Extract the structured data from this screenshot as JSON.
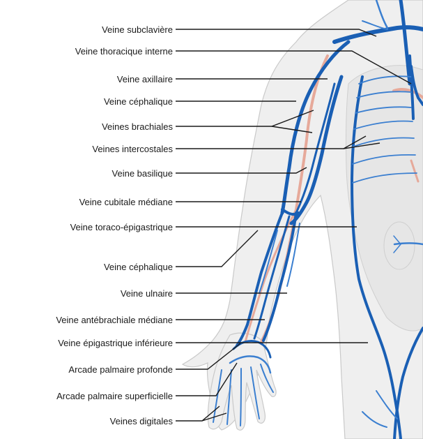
{
  "labels": [
    {
      "key": "subclaviere",
      "text": "Veine subclavière"
    },
    {
      "key": "thoracique_interne",
      "text": "Veine thoracique interne"
    },
    {
      "key": "axillaire",
      "text": "Veine axillaire"
    },
    {
      "key": "cephalique_1",
      "text": "Veine céphalique"
    },
    {
      "key": "brachiales",
      "text": "Veines brachiales"
    },
    {
      "key": "intercostales",
      "text": "Veines intercostales"
    },
    {
      "key": "basilique",
      "text": "Veine basilique"
    },
    {
      "key": "cubitale_mediane",
      "text": "Veine cubitale médiane"
    },
    {
      "key": "toraco_epigastrique",
      "text": "Veine toraco-épigastrique"
    },
    {
      "key": "cephalique_2",
      "text": "Veine céphalique"
    },
    {
      "key": "ulnaire",
      "text": "Veine ulnaire"
    },
    {
      "key": "antebrachiale_mediane",
      "text": "Veine antébrachiale médiane"
    },
    {
      "key": "epigastrique_inferieure",
      "text": "Veine épigastrique inférieure"
    },
    {
      "key": "arcade_profonde",
      "text": "Arcade palmaire profonde"
    },
    {
      "key": "arcade_superficielle",
      "text": "Arcade palmaire superficielle"
    },
    {
      "key": "digitales",
      "text": "Veines digitales"
    }
  ],
  "colors": {
    "vein": "#1a5fb4",
    "artery": "#e6a99a",
    "body": "#efefef",
    "leader": "#1a1a1a"
  }
}
